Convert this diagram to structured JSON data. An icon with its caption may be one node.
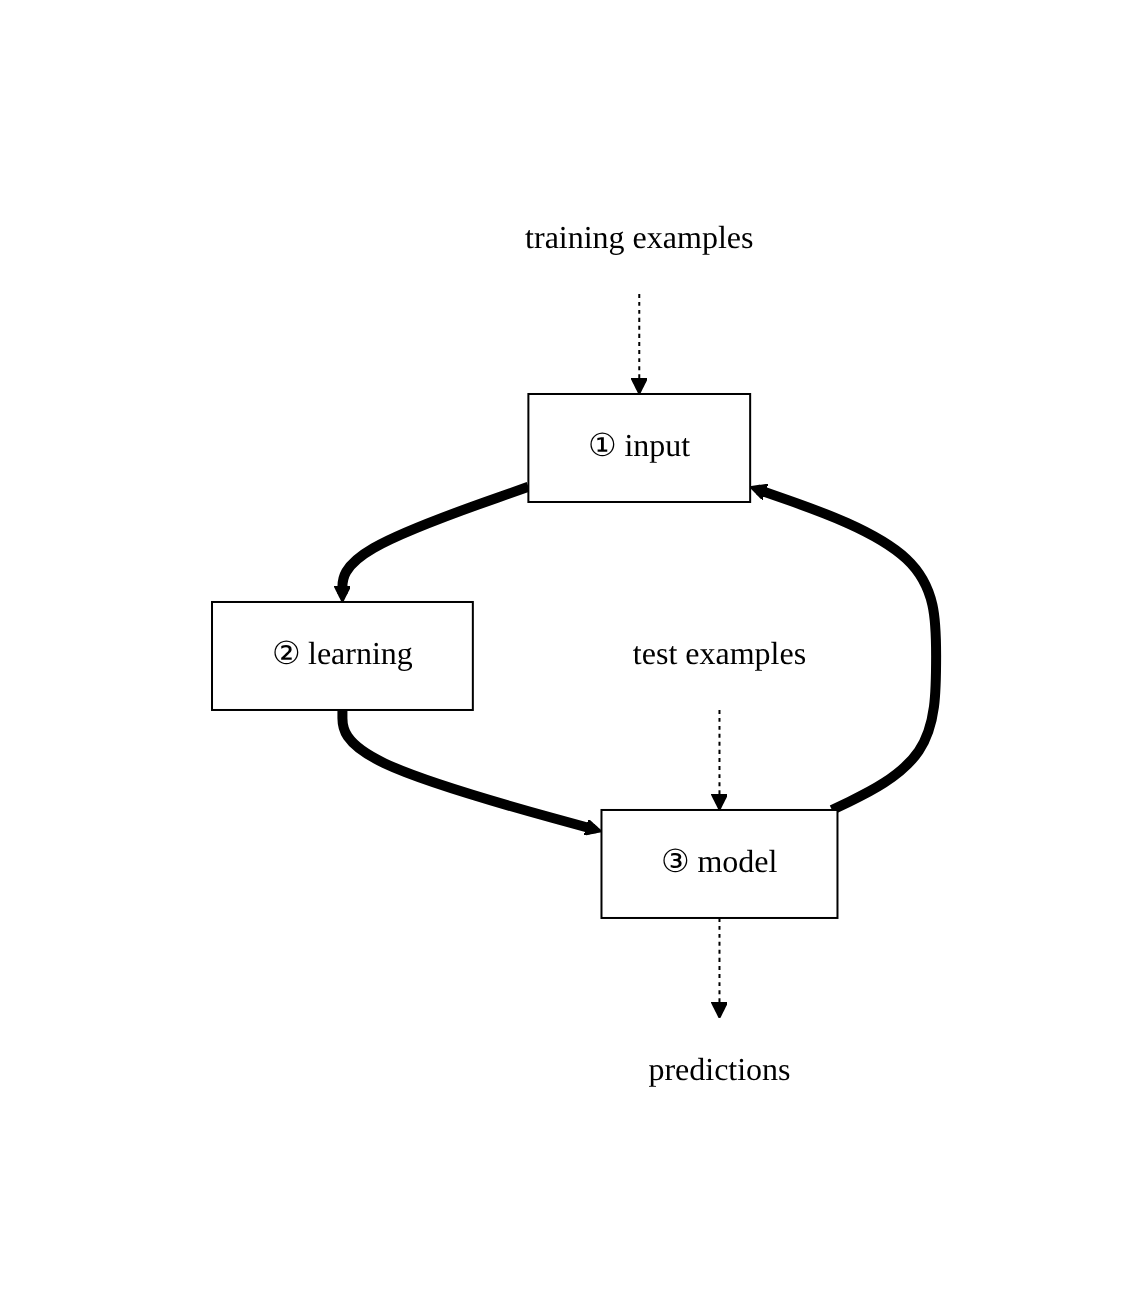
{
  "diagram": {
    "nodes": [
      {
        "text": [
          "training examples"
        ]
      },
      {
        "text": [
          "① input"
        ]
      },
      {
        "text": [
          "② learning"
        ]
      },
      {
        "text": [
          "③ model"
        ]
      },
      {
        "text": [
          "test examples"
        ]
      },
      {
        "text": [
          "predictions"
        ]
      }
    ],
    "edges": [
      {
        "from": 0,
        "to": 1,
        "arrow": "to",
        "style": "dashed"
      },
      {
        "from": 1,
        "to": 2,
        "arrow": "to",
        "style": "thick"
      },
      {
        "from": 2,
        "to": 3,
        "arrow": "to",
        "style": "thick"
      },
      {
        "from": 3,
        "to": 1,
        "arrow": "to",
        "style": "thick"
      },
      {
        "from": 4,
        "to": 3,
        "arrow": "to",
        "style": "dashed"
      },
      {
        "from": 3,
        "to": 5,
        "arrow": "to",
        "style": "dashed"
      }
    ]
  }
}
